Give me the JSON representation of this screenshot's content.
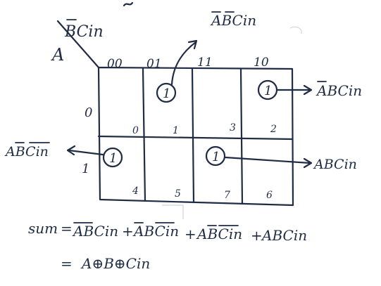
{
  "corner": {
    "column_vars": "BCin",
    "row_var": "A",
    "bar_marks": [
      "B"
    ]
  },
  "columns": [
    "00",
    "01",
    "11",
    "10"
  ],
  "rows": [
    "0",
    "1"
  ],
  "cells": [
    {
      "index": "0",
      "value": "",
      "term": ""
    },
    {
      "index": "1",
      "value": "1",
      "term": "ABCin"
    },
    {
      "index": "3",
      "value": "",
      "term": ""
    },
    {
      "index": "2",
      "value": "1",
      "term": "ABCin"
    },
    {
      "index": "4",
      "value": "1",
      "term": "ABCin"
    },
    {
      "index": "5",
      "value": "",
      "term": ""
    },
    {
      "index": "7",
      "value": "1",
      "term": "ABCin"
    },
    {
      "index": "6",
      "value": "",
      "term": ""
    }
  ],
  "equations": {
    "sum_label": "sum",
    "sum_terms": [
      "ABCin",
      "ABCin",
      "ABCin",
      "ABCin"
    ],
    "result": "A⊕B⊕Cin"
  },
  "colors": {
    "ink": "#1f2c44",
    "paper": "#ffffff"
  }
}
